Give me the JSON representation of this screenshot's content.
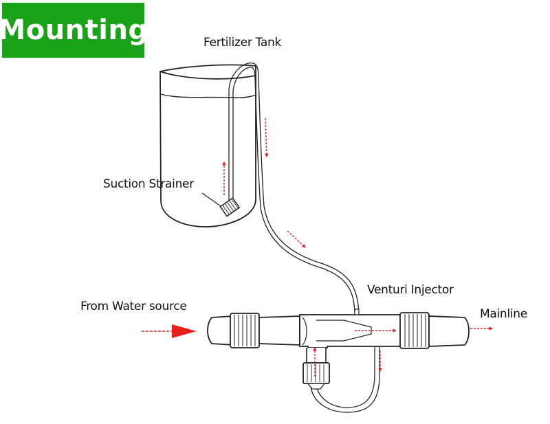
{
  "badge": {
    "text": "Mounting",
    "color": "#19a319"
  },
  "labels": {
    "tank": "Fertilizer Tank",
    "strainer": "Suction Strainer",
    "injector": "Venturi Injector",
    "source": "From Water source",
    "mainline": "Mainline"
  },
  "colors": {
    "arrow": "#e8201c",
    "line": "#222222"
  },
  "icons": [
    "flow-arrow-icon"
  ]
}
